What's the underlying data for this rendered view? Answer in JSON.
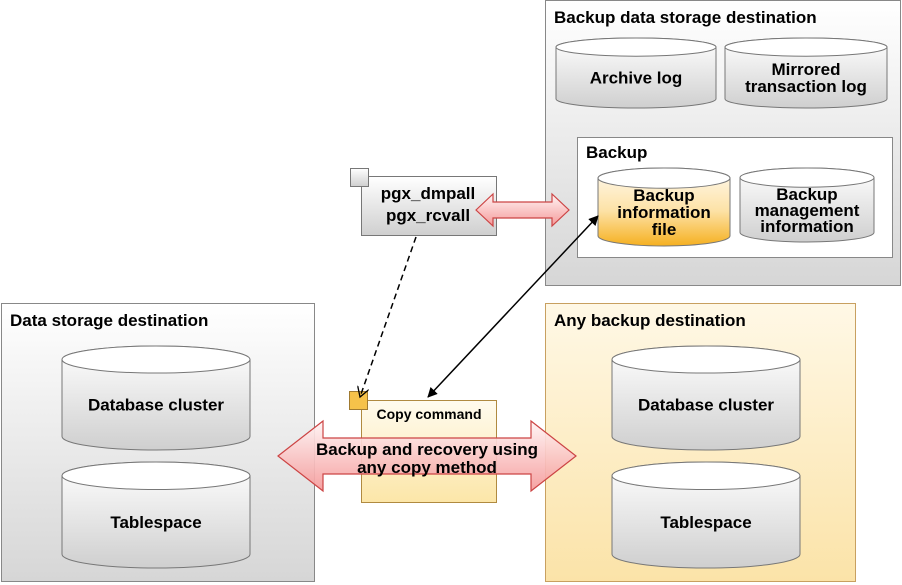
{
  "diagram": {
    "regions": {
      "backup_data_storage": {
        "title": "Backup data storage destination"
      },
      "backup": {
        "title": "Backup"
      },
      "data_storage": {
        "title": "Data storage destination"
      },
      "any_backup": {
        "title": "Any backup destination"
      }
    },
    "cylinders": {
      "archive_log": {
        "lines": [
          "Archive log"
        ]
      },
      "mirrored_log": {
        "lines": [
          "Mirrored",
          "transaction log"
        ]
      },
      "backup_info_file": {
        "lines": [
          "Backup",
          "information",
          "file"
        ]
      },
      "backup_mgmt_info": {
        "lines": [
          "Backup",
          "management",
          "information"
        ]
      },
      "ds_database_cluster": {
        "lines": [
          "Database cluster"
        ]
      },
      "ds_tablespace": {
        "lines": [
          "Tablespace"
        ]
      },
      "ab_database_cluster": {
        "lines": [
          "Database cluster"
        ]
      },
      "ab_tablespace": {
        "lines": [
          "Tablespace"
        ]
      }
    },
    "commands": {
      "pgx": {
        "lines": [
          "pgx_dmpall",
          "pgx_rcvall"
        ]
      },
      "copy": {
        "label": "Copy command"
      }
    },
    "arrows": {
      "copy_method": {
        "lines": [
          "Backup and recovery using",
          "any copy method"
        ]
      }
    },
    "colors": {
      "gray_light": "#ffffff",
      "gray_dark": "#cfcfcf",
      "orange_light": "#fff5dc",
      "orange_dark": "#f5b733",
      "region_orange": "#fde9b8",
      "arrow_fill_light": "#fff0f0",
      "arrow_fill_dark": "#f7a0a0",
      "arrow_stroke": "#d05050"
    }
  }
}
